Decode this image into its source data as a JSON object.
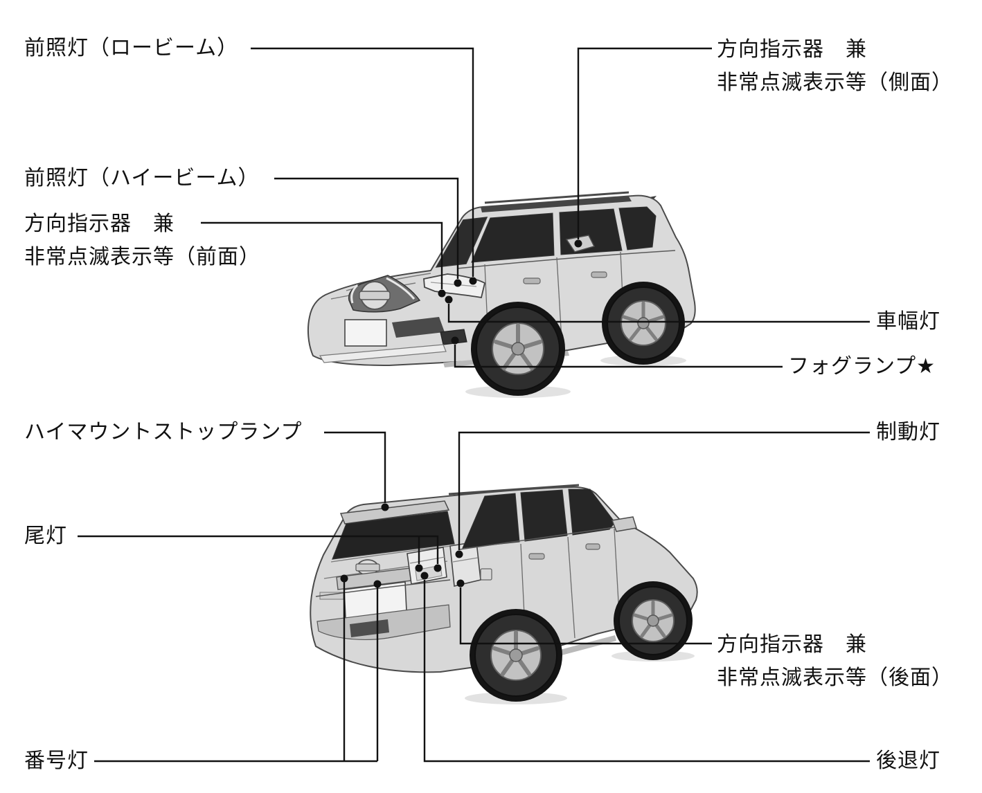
{
  "colors": {
    "ink": "#111111",
    "car_body_gray": "#d8d8d8",
    "window_gray": "#262626"
  },
  "callouts": {
    "headlight_low_beam": {
      "label": "前照灯（ロービーム）"
    },
    "turn_signal_side": {
      "label_line1": "方向指示器　兼",
      "label_line2": "非常点滅表示等（側面）"
    },
    "headlight_high_beam": {
      "label": "前照灯（ハイービーム）"
    },
    "turn_signal_front": {
      "label_line1": "方向指示器　兼",
      "label_line2": "非常点滅表示等（前面）"
    },
    "clearance_lamp": {
      "label": "車幅灯"
    },
    "fog_lamp": {
      "label": "フォグランプ★"
    },
    "high_mount_stop_lamp": {
      "label": "ハイマウントストップランプ"
    },
    "brake_lamp": {
      "label": "制動灯"
    },
    "tail_lamp": {
      "label": "尾灯"
    },
    "turn_signal_rear": {
      "label_line1": "方向指示器　兼",
      "label_line2": "非常点滅表示等（後面）"
    },
    "license_plate_lamp": {
      "label": "番号灯"
    },
    "reversing_lamp": {
      "label": "後退灯"
    }
  }
}
